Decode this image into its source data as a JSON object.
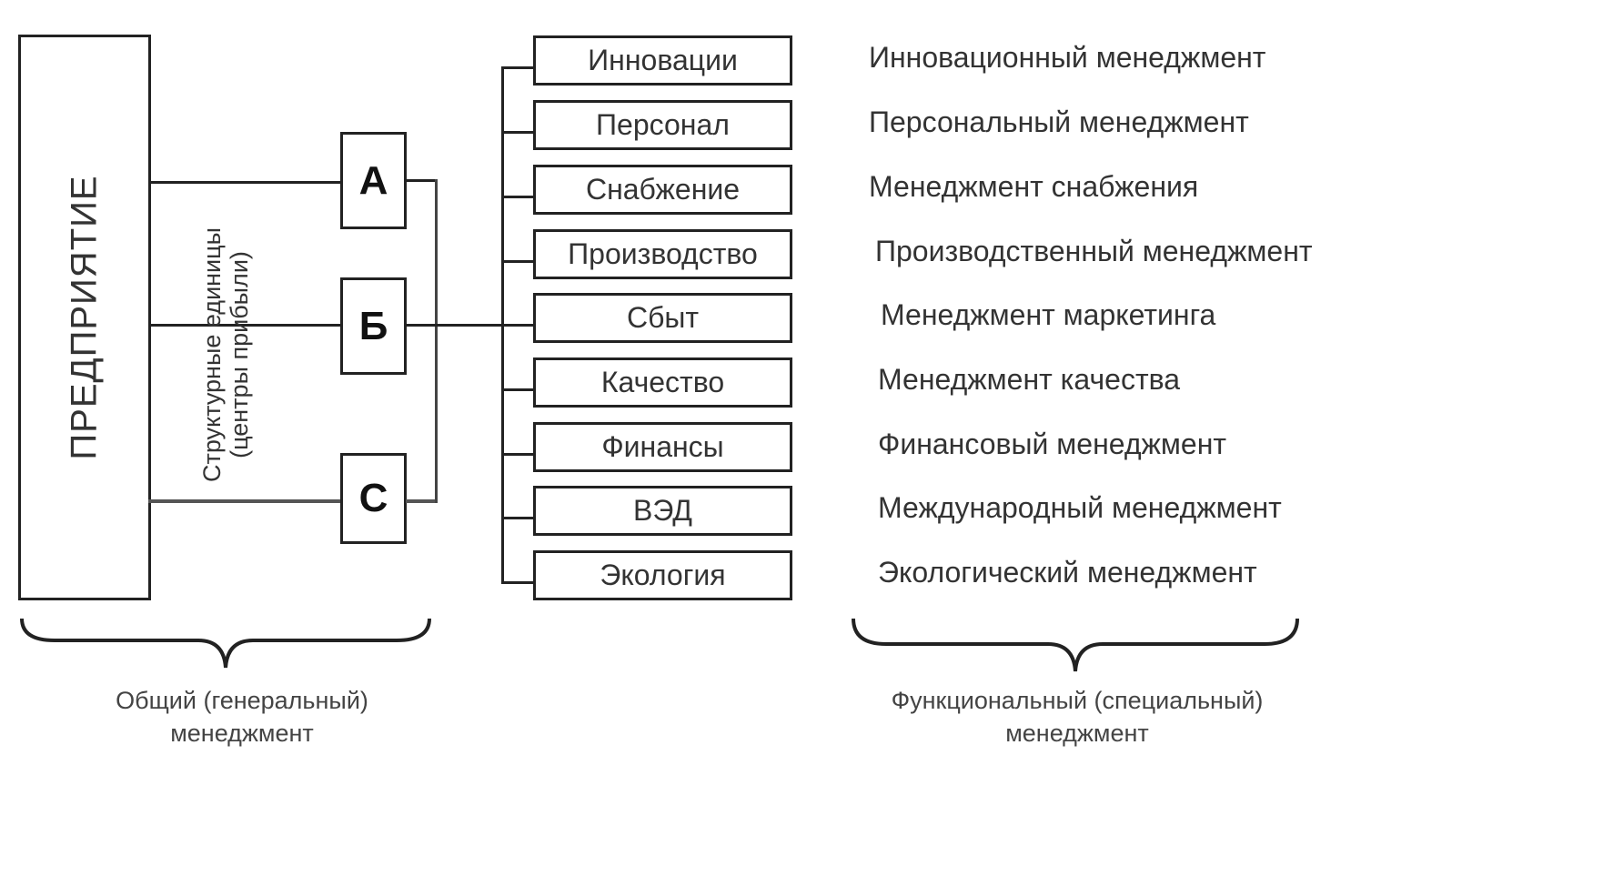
{
  "enterprise": {
    "label": "ПРЕДПРИЯТИЕ"
  },
  "structural_units": {
    "caption_line1": "Структурные единицы",
    "caption_line2": "(центры прибыли)",
    "units": [
      "А",
      "Б",
      "С"
    ]
  },
  "functions": [
    {
      "area": "Инновации",
      "management": "Инновационный менеджмент"
    },
    {
      "area": "Персонал",
      "management": "Персональный менеджмент"
    },
    {
      "area": "Снабжение",
      "management": "Менеджмент снабжения"
    },
    {
      "area": "Производство",
      "management": "Производственный менеджмент"
    },
    {
      "area": "Сбыт",
      "management": "Менеджмент маркетинга"
    },
    {
      "area": "Качество",
      "management": "Менеджмент качества"
    },
    {
      "area": "Финансы",
      "management": "Финансовый менеджмент"
    },
    {
      "area": "ВЭД",
      "management": "Международный менеджмент"
    },
    {
      "area": "Экология",
      "management": "Экологический менеджмент"
    }
  ],
  "groups": {
    "general": {
      "line1": "Общий (генеральный)",
      "line2": "менеджмент"
    },
    "functional": {
      "line1": "Функциональный (специальный)",
      "line2": "менеджмент"
    }
  }
}
